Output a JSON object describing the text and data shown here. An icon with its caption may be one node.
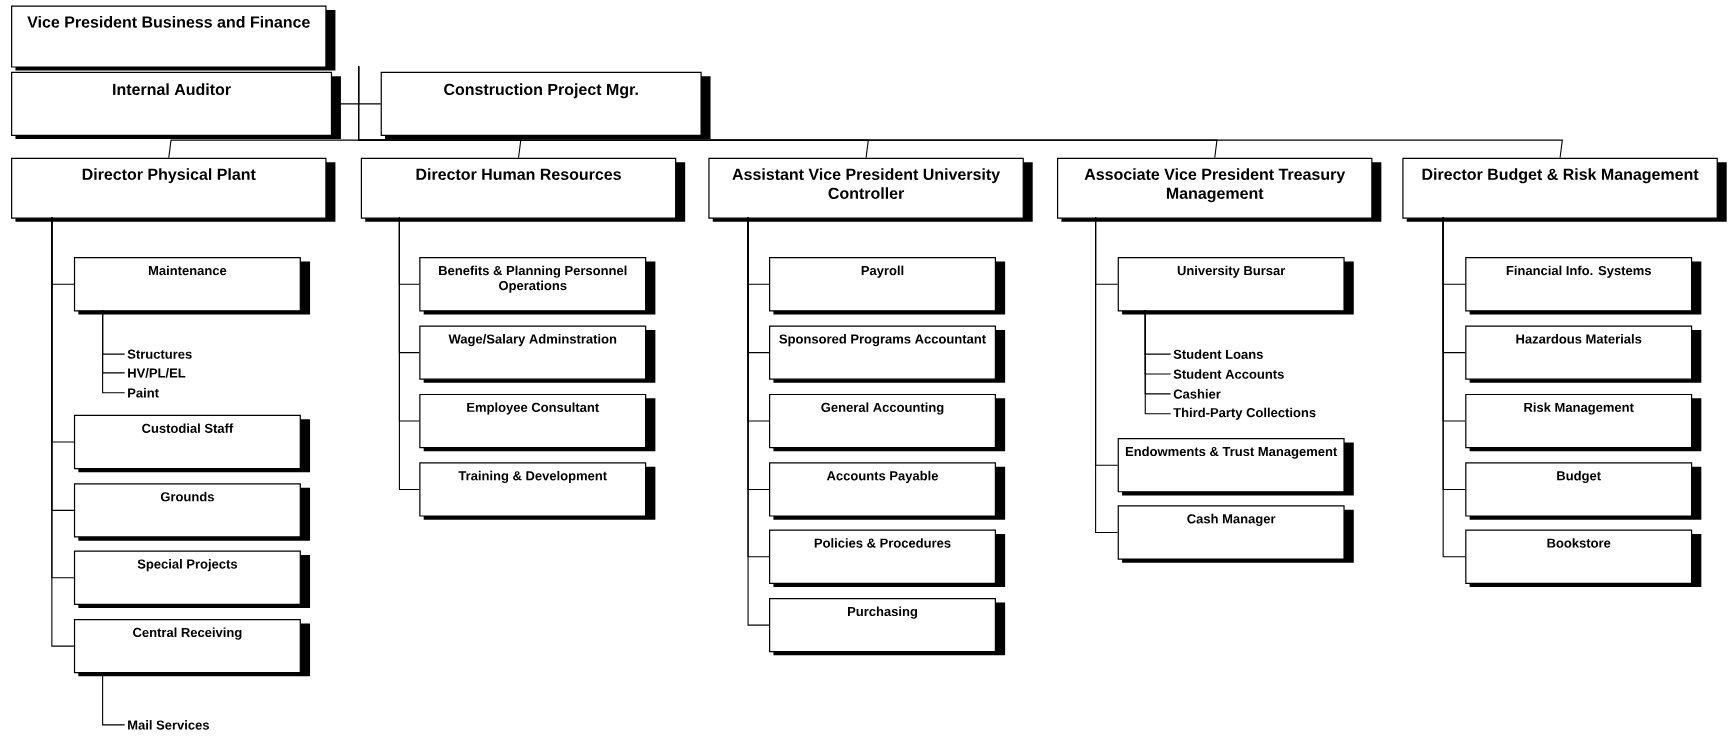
{
  "diagram": {
    "nodes": [
      {
        "text": [
          "Vice President Business and Finance"
        ]
      },
      {
        "text": [
          "Internal Auditor"
        ]
      },
      {
        "text": [
          "Construction Project Mgr."
        ]
      },
      {
        "text": [
          "Director Physical Plant"
        ]
      },
      {
        "text": [
          "Director Human Resources"
        ]
      },
      {
        "text": [
          "Assistant Vice President University Controller"
        ]
      },
      {
        "text": [
          "Associate Vice President Treasury Management"
        ]
      },
      {
        "text": [
          "Director Budget & Risk Management"
        ]
      },
      {
        "text": [
          "Maintenance"
        ]
      },
      {
        "text": [
          "Structures"
        ]
      },
      {
        "text": [
          "HV/PL/EL"
        ]
      },
      {
        "text": [
          "Paint"
        ]
      },
      {
        "text": [
          "Custodial Staff"
        ]
      },
      {
        "text": [
          "Grounds"
        ]
      },
      {
        "text": [
          "Special Projects"
        ]
      },
      {
        "text": [
          "Central Receiving"
        ]
      },
      {
        "text": [
          "Mail Services"
        ]
      },
      {
        "text": [
          "Benefits & Planning Personnel Operations"
        ]
      },
      {
        "text": [
          "Wage/Salary Adminstration"
        ]
      },
      {
        "text": [
          "Employee Consultant"
        ]
      },
      {
        "text": [
          "Training & Development"
        ]
      },
      {
        "text": [
          "Payroll"
        ]
      },
      {
        "text": [
          "Sponsored Programs Accountant"
        ]
      },
      {
        "text": [
          "General Accounting"
        ]
      },
      {
        "text": [
          "Accounts Payable"
        ]
      },
      {
        "text": [
          "Policies & Procedures"
        ]
      },
      {
        "text": [
          "Purchasing"
        ]
      },
      {
        "text": [
          "University Bursar"
        ]
      },
      {
        "text": [
          "Student Loans"
        ]
      },
      {
        "text": [
          "Student Accounts"
        ]
      },
      {
        "text": [
          "Cashier"
        ]
      },
      {
        "text": [
          "Third-Party Collections"
        ]
      },
      {
        "text": [
          "Endowments & Trust Management"
        ]
      },
      {
        "text": [
          "Cash Manager"
        ]
      },
      {
        "text": [
          "Financial Info. Systems"
        ]
      },
      {
        "text": [
          "Hazardous Materials"
        ]
      },
      {
        "text": [
          "Risk Management"
        ]
      },
      {
        "text": [
          "Budget"
        ]
      },
      {
        "text": [
          "Bookstore"
        ]
      }
    ],
    "edges": [
      {
        "from": 0,
        "to": 1,
        "arrow": "none"
      },
      {
        "from": 0,
        "to": 2,
        "arrow": "none"
      },
      {
        "from": 0,
        "to": 3,
        "arrow": "none"
      },
      {
        "from": 0,
        "to": 4,
        "arrow": "none"
      },
      {
        "from": 0,
        "to": 5,
        "arrow": "none"
      },
      {
        "from": 0,
        "to": 6,
        "arrow": "none"
      },
      {
        "from": 0,
        "to": 7,
        "arrow": "none"
      },
      {
        "from": 3,
        "to": 8,
        "arrow": "none"
      },
      {
        "from": 8,
        "to": 9,
        "arrow": "none"
      },
      {
        "from": 8,
        "to": 10,
        "arrow": "none"
      },
      {
        "from": 8,
        "to": 11,
        "arrow": "none"
      },
      {
        "from": 3,
        "to": 12,
        "arrow": "none"
      },
      {
        "from": 3,
        "to": 13,
        "arrow": "none"
      },
      {
        "from": 3,
        "to": 14,
        "arrow": "none"
      },
      {
        "from": 3,
        "to": 15,
        "arrow": "none"
      },
      {
        "from": 15,
        "to": 16,
        "arrow": "none"
      },
      {
        "from": 4,
        "to": 17,
        "arrow": "none"
      },
      {
        "from": 4,
        "to": 18,
        "arrow": "none"
      },
      {
        "from": 4,
        "to": 19,
        "arrow": "none"
      },
      {
        "from": 4,
        "to": 20,
        "arrow": "none"
      },
      {
        "from": 5,
        "to": 21,
        "arrow": "none"
      },
      {
        "from": 5,
        "to": 22,
        "arrow": "none"
      },
      {
        "from": 5,
        "to": 23,
        "arrow": "none"
      },
      {
        "from": 5,
        "to": 24,
        "arrow": "none"
      },
      {
        "from": 5,
        "to": 25,
        "arrow": "none"
      },
      {
        "from": 5,
        "to": 26,
        "arrow": "none"
      },
      {
        "from": 6,
        "to": 27,
        "arrow": "none"
      },
      {
        "from": 27,
        "to": 28,
        "arrow": "none"
      },
      {
        "from": 27,
        "to": 29,
        "arrow": "none"
      },
      {
        "from": 27,
        "to": 30,
        "arrow": "none"
      },
      {
        "from": 27,
        "to": 31,
        "arrow": "none"
      },
      {
        "from": 6,
        "to": 32,
        "arrow": "none"
      },
      {
        "from": 6,
        "to": 33,
        "arrow": "none"
      },
      {
        "from": 7,
        "to": 34,
        "arrow": "none"
      },
      {
        "from": 7,
        "to": 35,
        "arrow": "none"
      },
      {
        "from": 7,
        "to": 36,
        "arrow": "none"
      },
      {
        "from": 7,
        "to": 37,
        "arrow": "none"
      },
      {
        "from": 7,
        "to": 38,
        "arrow": "none"
      }
    ]
  }
}
